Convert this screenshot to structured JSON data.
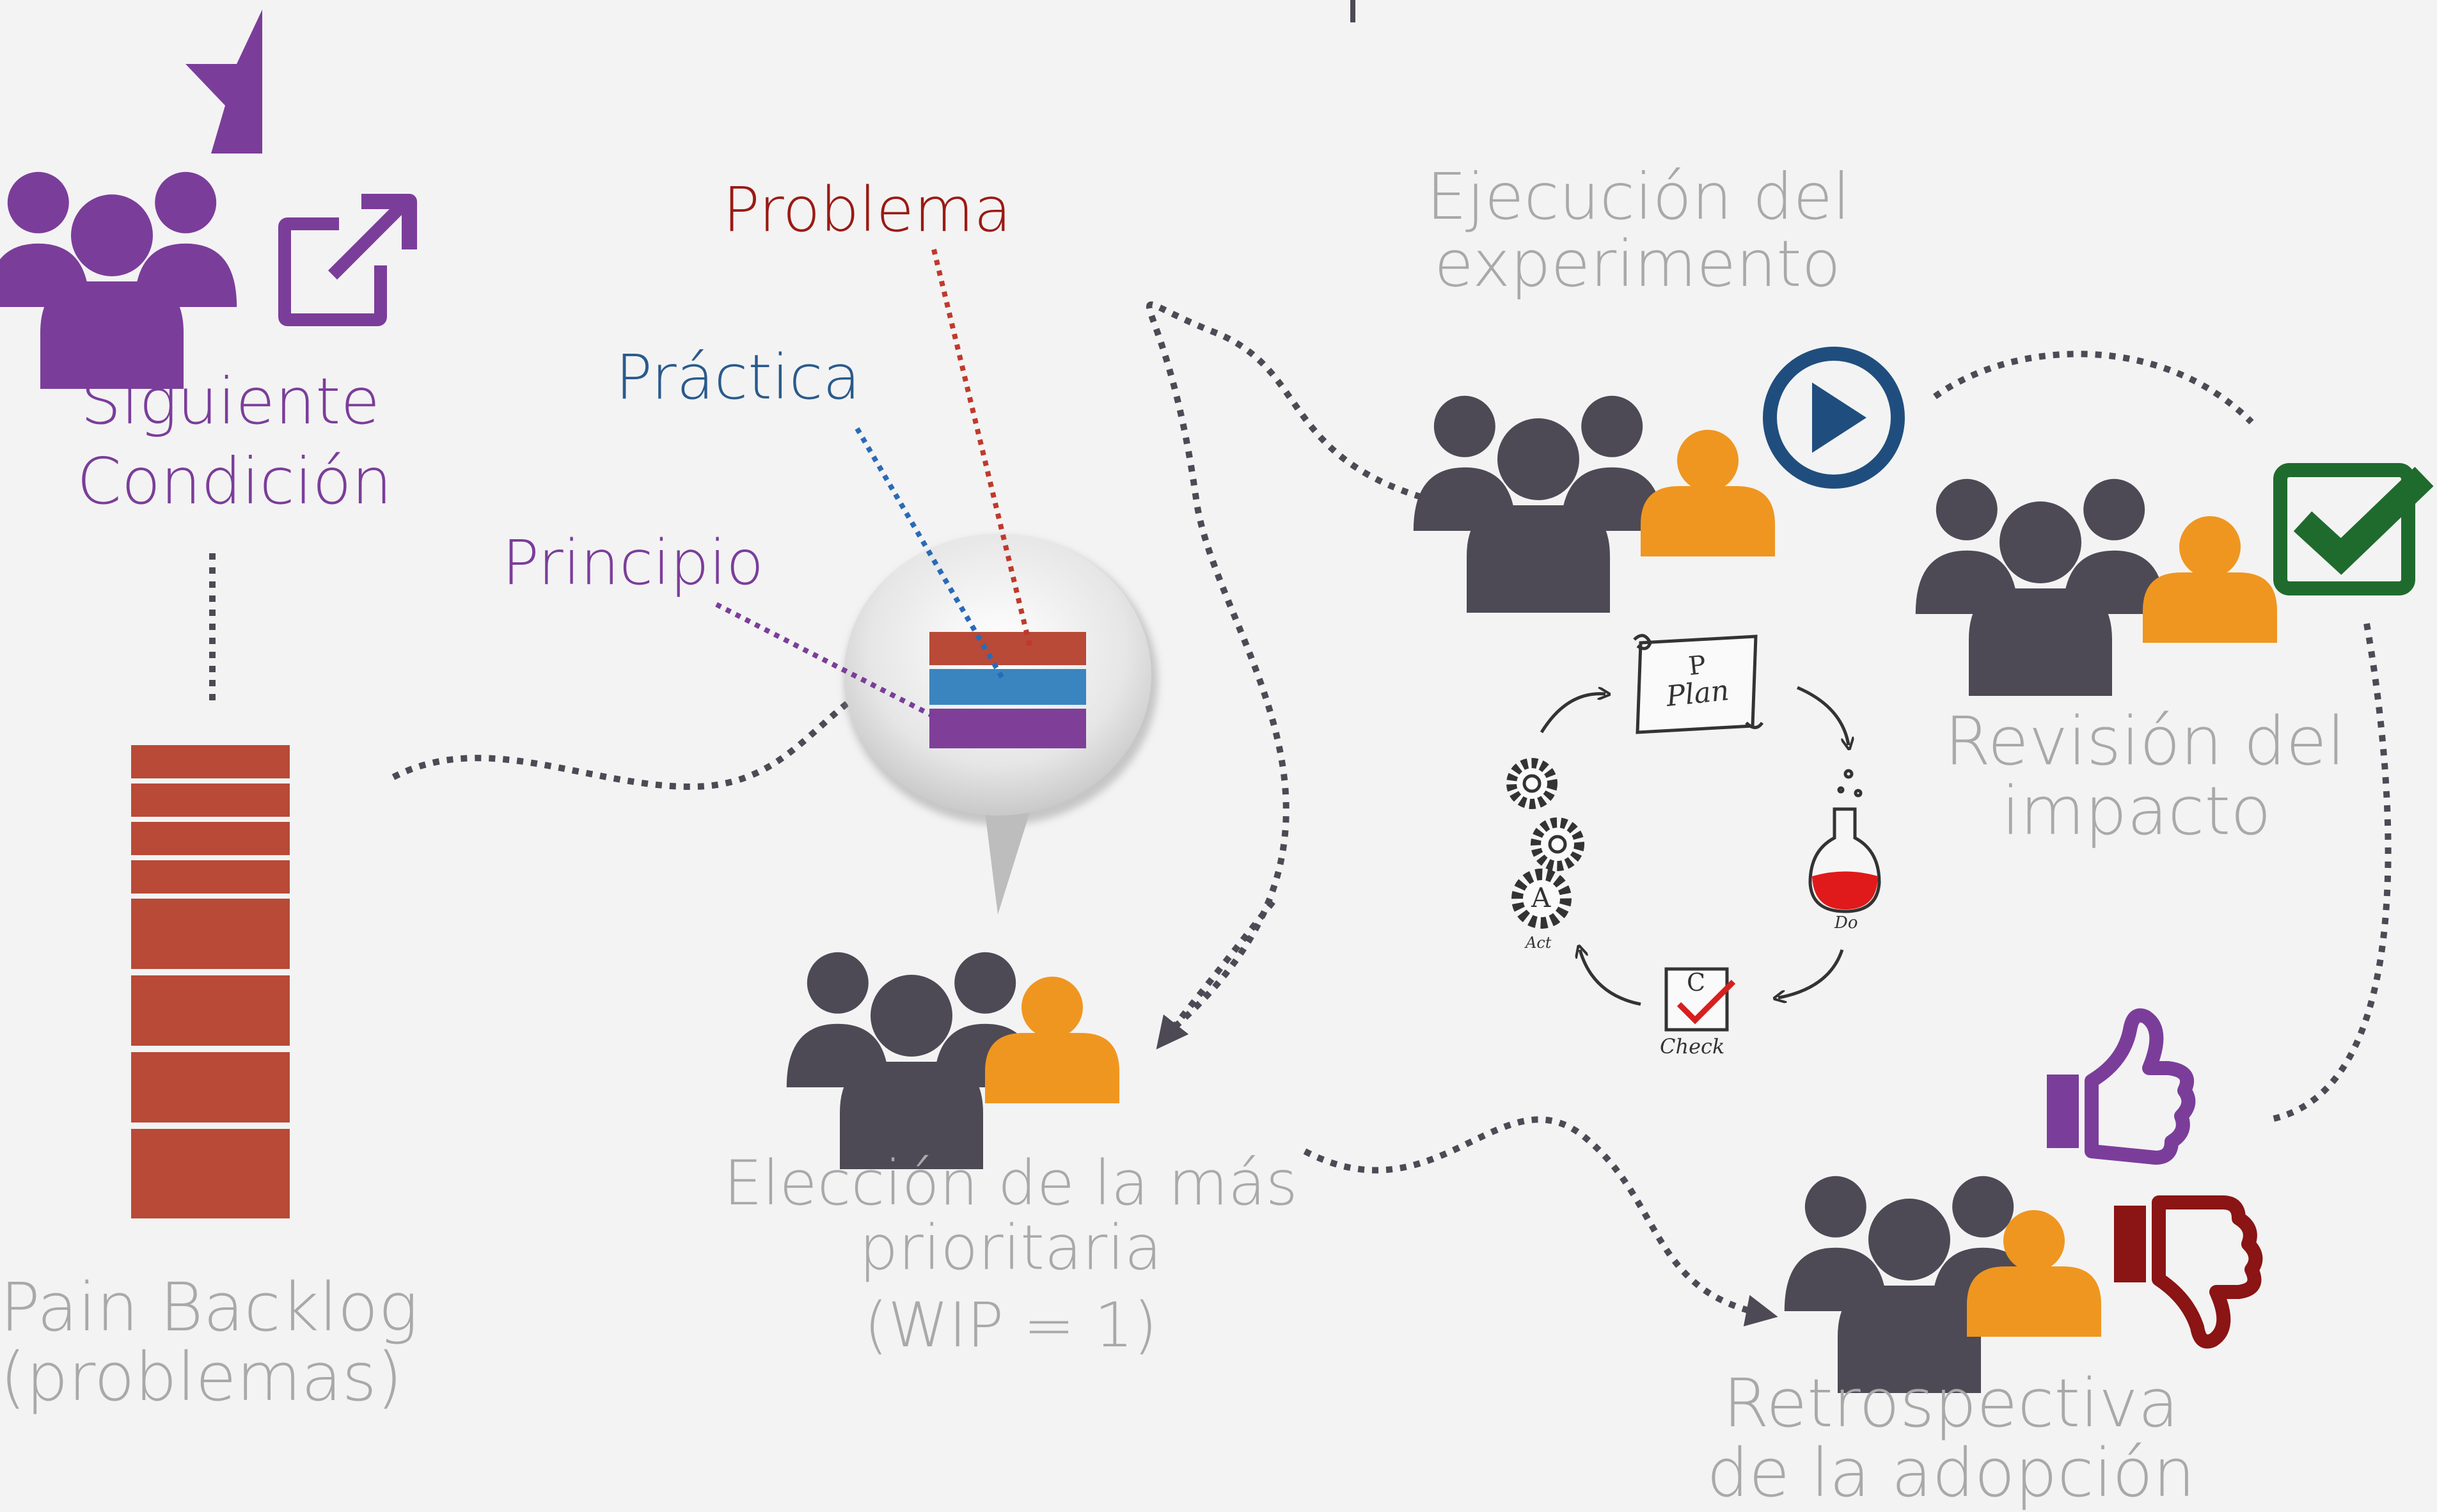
{
  "colors": {
    "background": "#f3f3f3",
    "purple": "#7b3d9a",
    "dark_gray": "#4d4a55",
    "orange": "#ef9620",
    "brick": "#b84a37",
    "blue_play": "#1f4e7e",
    "green_check": "#1f6b2d",
    "dark_red": "#8b1414",
    "label_gray": "#a9a9a9",
    "problema": "#9a1a14",
    "practica": "#2a5a8c",
    "principio": "#7b3d9a"
  },
  "labels": {
    "next_condition": [
      "Siguiente",
      "Condición"
    ],
    "pain_backlog": [
      "Pain Backlog",
      "(problemas)"
    ],
    "problema": "Problema",
    "practica": "Práctica",
    "principio": "Principio",
    "choice": [
      "Elección de la más",
      "prioritaria",
      "(WIP = 1)"
    ],
    "execution": [
      "Ejecución del",
      "experimento"
    ],
    "review": [
      "Revisión del",
      "impacto"
    ],
    "retro": [
      "Retrospectiva",
      "de la adopción"
    ]
  },
  "pdca": {
    "plan_letter": "P",
    "plan_label": "Plan",
    "do_label": "Do",
    "check_letter": "C",
    "check_label": "Check",
    "act_letter": "A",
    "act_label": "Act"
  },
  "icons": [
    "star-icon",
    "team-icon",
    "external-link-icon",
    "person-icon",
    "play-icon",
    "check-icon",
    "thumbs-up-icon",
    "thumbs-down-icon",
    "speech-bubble-icon",
    "gear-icon",
    "flask-icon",
    "scroll-icon"
  ]
}
